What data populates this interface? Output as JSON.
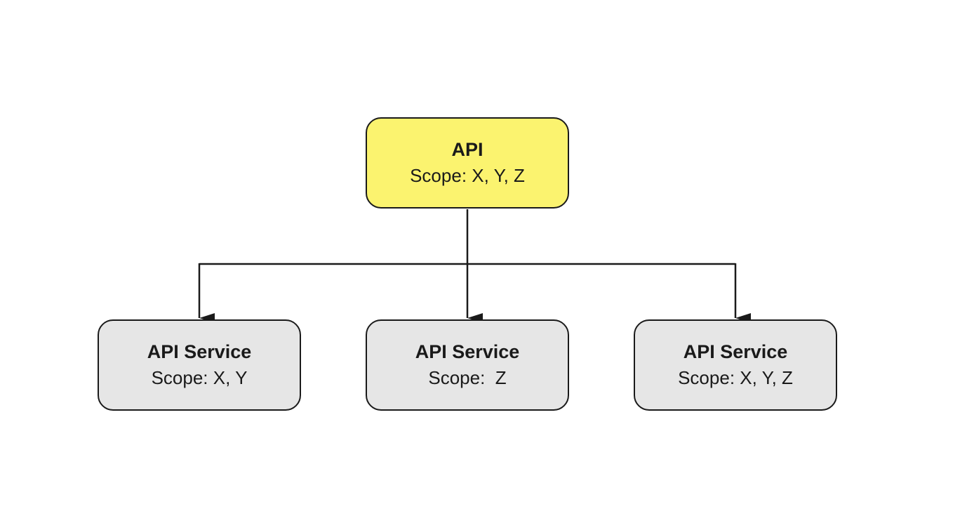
{
  "colors": {
    "root_fill": "#fbf36f",
    "child_fill": "#e6e6e6",
    "stroke": "#1a1a1a",
    "background": "#ffffff"
  },
  "root": {
    "title": "API",
    "subtitle": "Scope: X, Y, Z"
  },
  "children": [
    {
      "title": "API Service",
      "subtitle": "Scope: X, Y"
    },
    {
      "title": "API Service",
      "subtitle": "Scope:  Z"
    },
    {
      "title": "API Service",
      "subtitle": "Scope: X, Y, Z"
    }
  ]
}
